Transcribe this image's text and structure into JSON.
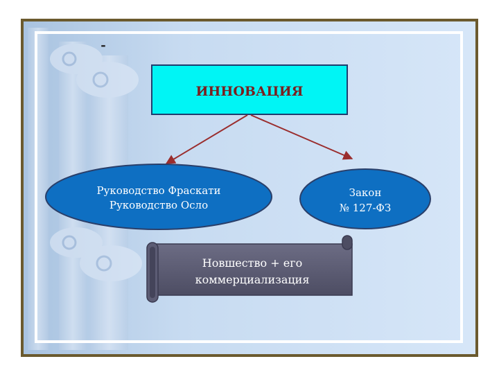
{
  "dash_mark": "-",
  "title_box": {
    "label": "ИННОВАЦИЯ"
  },
  "left_ellipse": {
    "line1": "Руководство Фраскати",
    "line2": "Руководство Осло"
  },
  "right_ellipse": {
    "line1": "Закон",
    "line2": "№ 127-ФЗ"
  },
  "scroll": {
    "line1": "Новшество + его",
    "line2": "коммерциализация"
  },
  "colors": {
    "frame": "#6b5a2e",
    "background": "#c9dcf2",
    "title_fill": "#00f5f5",
    "ellipse_fill": "#0e6fc2",
    "arrow": "#9a2d2d",
    "scroll_fill": "#5a5a72"
  }
}
